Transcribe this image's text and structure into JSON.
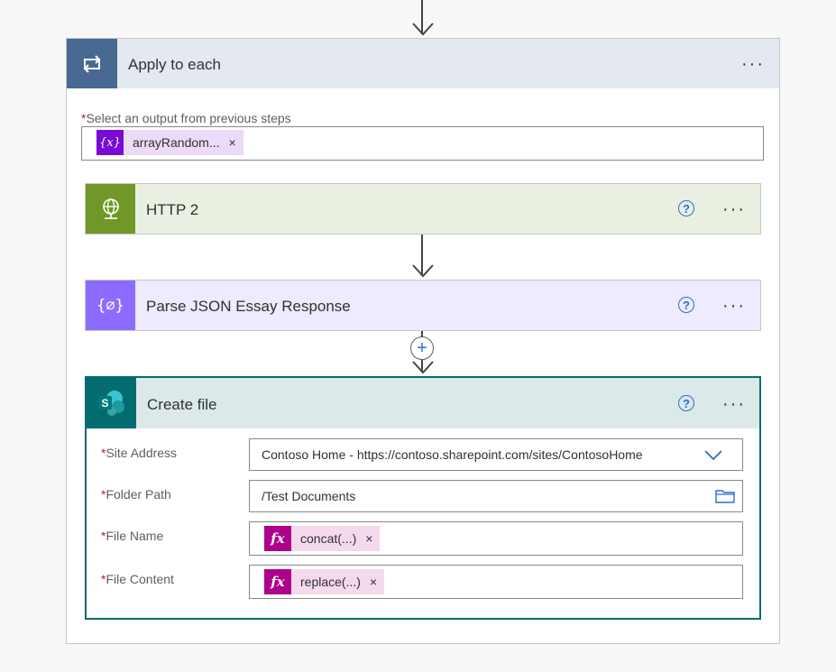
{
  "apply_to_each": {
    "title": "Apply to each",
    "more_label": "···",
    "select_label": "Select an output from previous steps",
    "required_marker": "*",
    "token": {
      "text": "arrayRandom...",
      "icon": "{x}",
      "remove": "×",
      "color": "#770bd6"
    }
  },
  "http_action": {
    "title": "HTTP 2",
    "help": "?",
    "more_label": "···",
    "color": "#709727"
  },
  "parse_action": {
    "title": "Parse JSON Essay Response",
    "help": "?",
    "more_label": "···",
    "color": "#8c6cff"
  },
  "create_file": {
    "title": "Create file",
    "help": "?",
    "more_label": "···",
    "icon_letter": "S",
    "color": "#036c70",
    "fields": {
      "site_address": {
        "label": "Site Address",
        "value": "Contoso Home - https://contoso.sharepoint.com/sites/ContosoHome"
      },
      "folder_path": {
        "label": "Folder Path",
        "value": "/Test Documents"
      },
      "file_name": {
        "label": "File Name",
        "token": "concat(...)",
        "token_icon": "fx",
        "remove": "×"
      },
      "file_content": {
        "label": "File Content",
        "token": "replace(...)",
        "token_icon": "fx",
        "remove": "×"
      }
    }
  },
  "insert_step": {
    "symbol": "+"
  }
}
